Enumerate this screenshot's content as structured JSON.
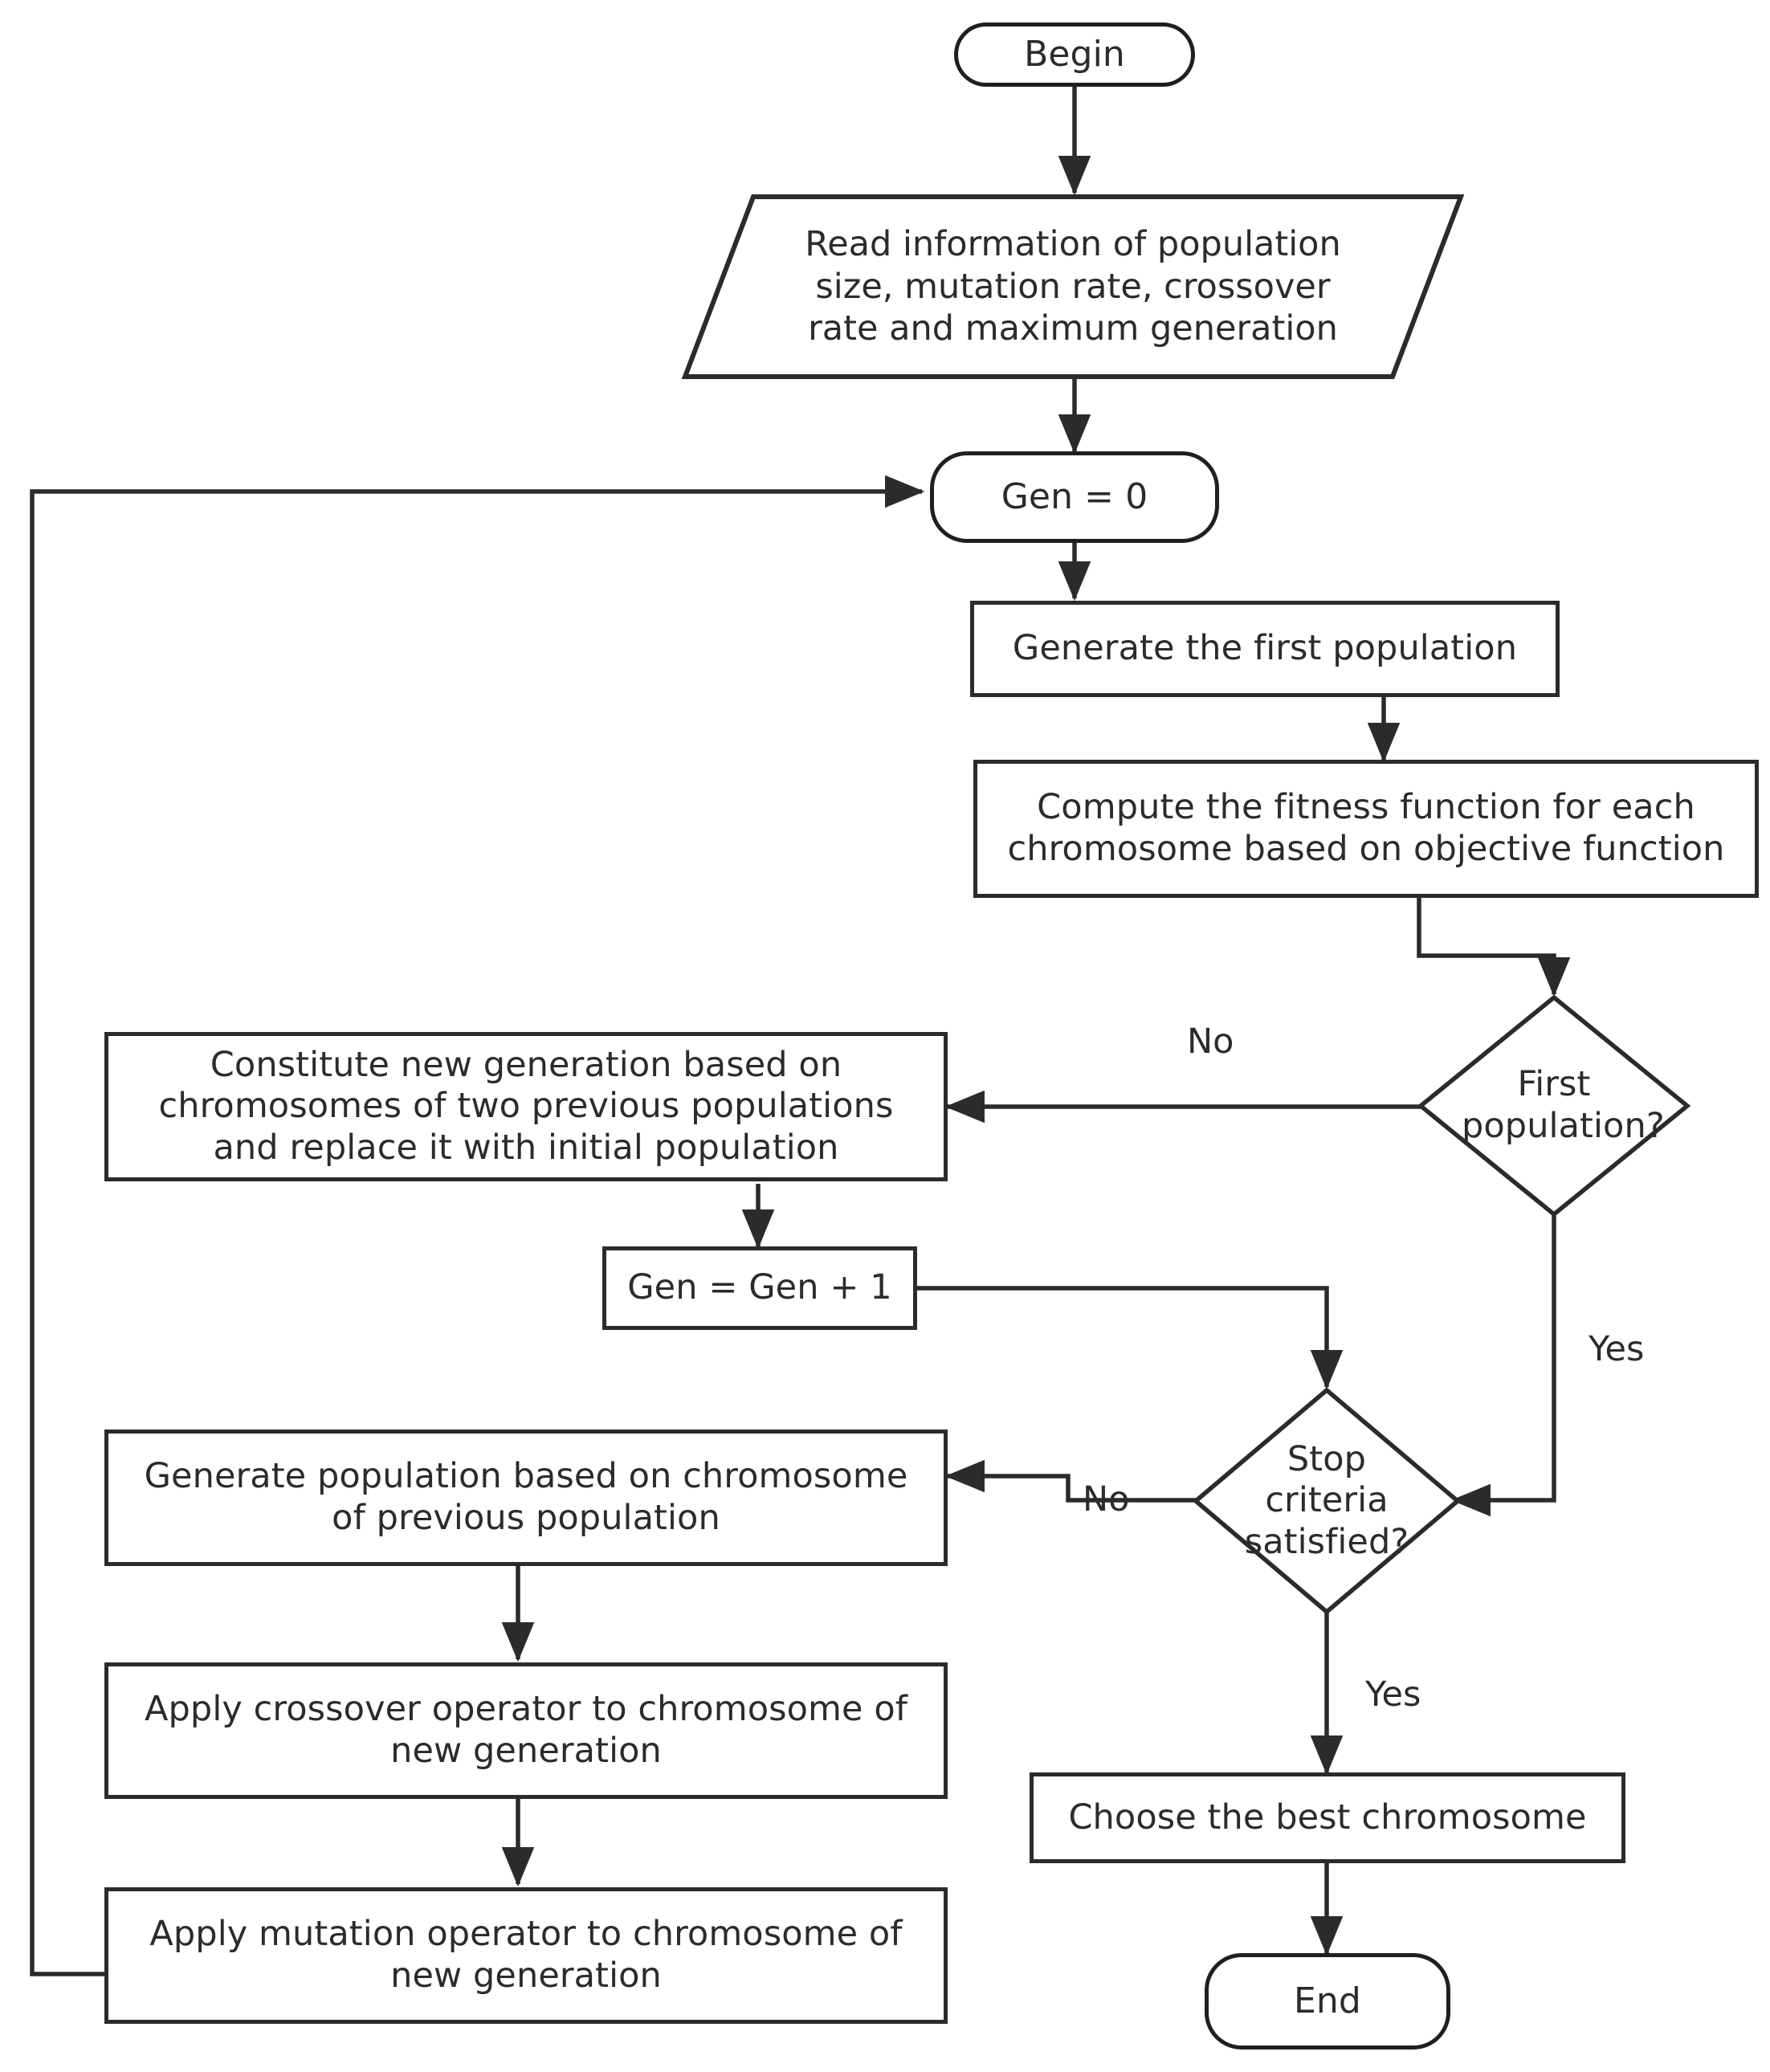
{
  "diagram": {
    "title": "Genetic algorithm flowchart",
    "line_color": "#2b2b2b",
    "text_color": "#2b2b2b",
    "background": "#ffffff"
  },
  "nodes": {
    "begin": {
      "label": "Begin",
      "shape": "terminator"
    },
    "read_info": {
      "label": "Read information of population size, mutation rate, crossover rate and maximum generation",
      "shape": "parallelogram"
    },
    "gen_zero": {
      "label": "Gen = 0",
      "shape": "terminator"
    },
    "generate_first": {
      "label": "Generate the first population",
      "shape": "process"
    },
    "compute_fitness": {
      "label": "Compute the fitness function for each chromosome based on objective function",
      "shape": "process"
    },
    "first_population": {
      "label": "First population?",
      "shape": "decision"
    },
    "constitute_new": {
      "label": "Constitute new generation based on chromosomes of two previous populations and replace it with initial population",
      "shape": "process"
    },
    "gen_increment": {
      "label": "Gen = Gen + 1",
      "shape": "process"
    },
    "stop_criteria": {
      "label": "Stop criteria satisfied?",
      "shape": "decision"
    },
    "generate_population": {
      "label": "Generate population based on chromosome of  previous population",
      "shape": "process"
    },
    "apply_crossover": {
      "label": "Apply crossover operator to chromosome of new generation",
      "shape": "process"
    },
    "apply_mutation": {
      "label": "Apply mutation operator to chromosome of new generation",
      "shape": "process"
    },
    "choose_best": {
      "label": "Choose the best chromosome",
      "shape": "process"
    },
    "end": {
      "label": "End",
      "shape": "terminator"
    }
  },
  "edge_labels": {
    "first_population_no": "No",
    "first_population_yes": "Yes",
    "stop_criteria_no": "No",
    "stop_criteria_yes": "Yes"
  },
  "flow": [
    {
      "from": "begin",
      "to": "read_info",
      "label": ""
    },
    {
      "from": "read_info",
      "to": "gen_zero",
      "label": ""
    },
    {
      "from": "gen_zero",
      "to": "generate_first",
      "label": ""
    },
    {
      "from": "generate_first",
      "to": "compute_fitness",
      "label": ""
    },
    {
      "from": "compute_fitness",
      "to": "first_population",
      "label": ""
    },
    {
      "from": "first_population",
      "to": "constitute_new",
      "label": "No"
    },
    {
      "from": "first_population",
      "to": "stop_criteria",
      "label": "Yes"
    },
    {
      "from": "constitute_new",
      "to": "gen_increment",
      "label": ""
    },
    {
      "from": "gen_increment",
      "to": "stop_criteria",
      "label": ""
    },
    {
      "from": "stop_criteria",
      "to": "generate_population",
      "label": "No"
    },
    {
      "from": "stop_criteria",
      "to": "choose_best",
      "label": "Yes"
    },
    {
      "from": "generate_population",
      "to": "apply_crossover",
      "label": ""
    },
    {
      "from": "apply_crossover",
      "to": "apply_mutation",
      "label": ""
    },
    {
      "from": "apply_mutation",
      "to": "gen_zero",
      "label": ""
    },
    {
      "from": "choose_best",
      "to": "end",
      "label": ""
    }
  ]
}
